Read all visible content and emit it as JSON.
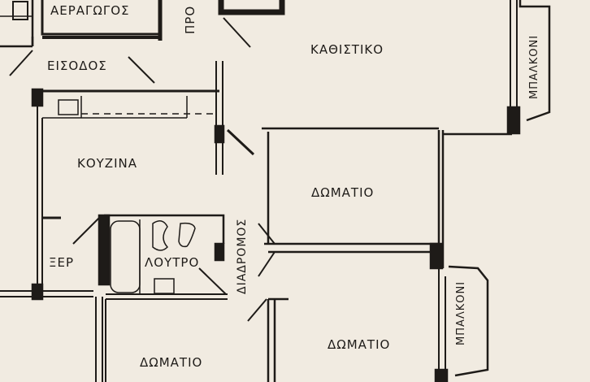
{
  "rooms": {
    "air_shaft": "ΑΕΡΑΓΩΓΟΣ",
    "pro": "ΠΡΟ",
    "living_room": "ΚΑΘΙΣΤΙΚΟ",
    "balcony_top": "ΜΠΑΛΚΟΝΙ",
    "entrance": "ΕΙΣΟΔΟΣ",
    "kitchen": "ΚΟΥΖΙΝΑ",
    "room_middle": "ΔΩΜΑΤΙΟ",
    "corridor": "ΔΙΑΔΡΟΜΟΣ",
    "storage": "ΞΕΡ",
    "bathroom": "ΛΟΥΤΡΟ",
    "room_bottom_right": "ΔΩΜΑΤΙΟ",
    "balcony_bottom": "ΜΠΑΛΚΟΝΙ",
    "room_bottom_left": "ΔΩΜΑΤΙΟ"
  },
  "colors": {
    "paper": "#f1ebe1",
    "ink": "#1e1b18"
  }
}
